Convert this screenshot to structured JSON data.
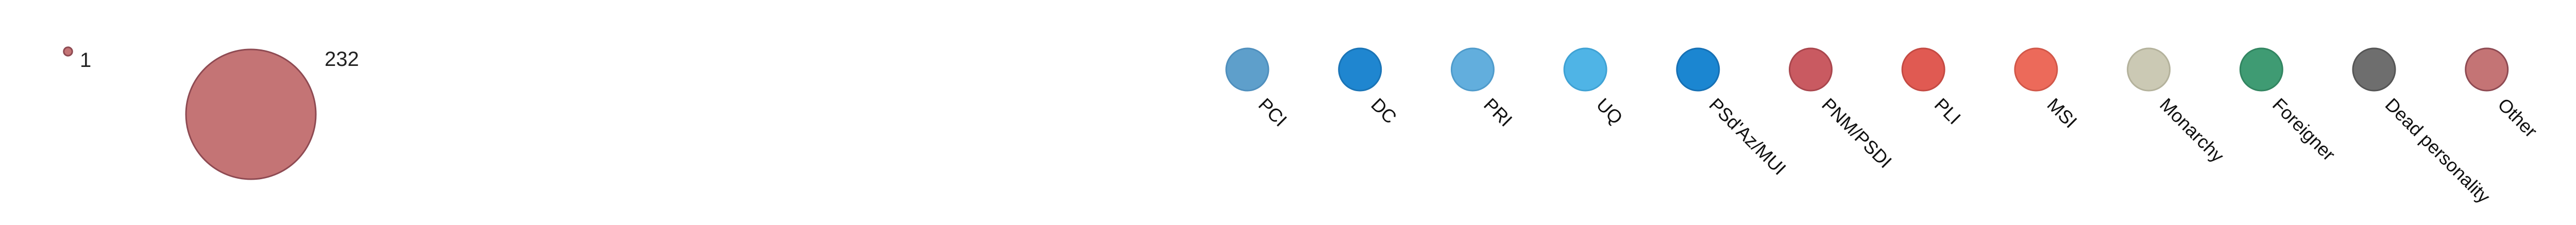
{
  "chart_data": {
    "type": "bubble-legend",
    "size_legend": {
      "values": [
        1,
        232
      ],
      "labels": [
        "1",
        "232"
      ],
      "color": "#c47475",
      "stroke": "#8e4a52"
    },
    "categories": [
      {
        "name": "PCI",
        "color": "#5e9fcb",
        "stroke": "#4f8fbd"
      },
      {
        "name": "DC",
        "color": "#1f86d0",
        "stroke": "#1a74b6"
      },
      {
        "name": "PRI",
        "color": "#62aedd",
        "stroke": "#4f9bcb"
      },
      {
        "name": "UQ",
        "color": "#4fb4e6",
        "stroke": "#3fa2d4"
      },
      {
        "name": "PSd'Az/MUI",
        "color": "#1b86d1",
        "stroke": "#1670b4"
      },
      {
        "name": "PNM/PSDI",
        "color": "#c95a61",
        "stroke": "#a9464d"
      },
      {
        "name": "PLI",
        "color": "#e05a52",
        "stroke": "#c44a43"
      },
      {
        "name": "MSI",
        "color": "#ec6a5a",
        "stroke": "#d15749"
      },
      {
        "name": "Monarchy",
        "color": "#cbc9b4",
        "stroke": "#b4b29c"
      },
      {
        "name": "Foreigner",
        "color": "#3f9b73",
        "stroke": "#328561"
      },
      {
        "name": "Dead personality",
        "color": "#6e6e6e",
        "stroke": "#555555"
      },
      {
        "name": "Other",
        "color": "#c47475",
        "stroke": "#8e4a52"
      }
    ]
  }
}
